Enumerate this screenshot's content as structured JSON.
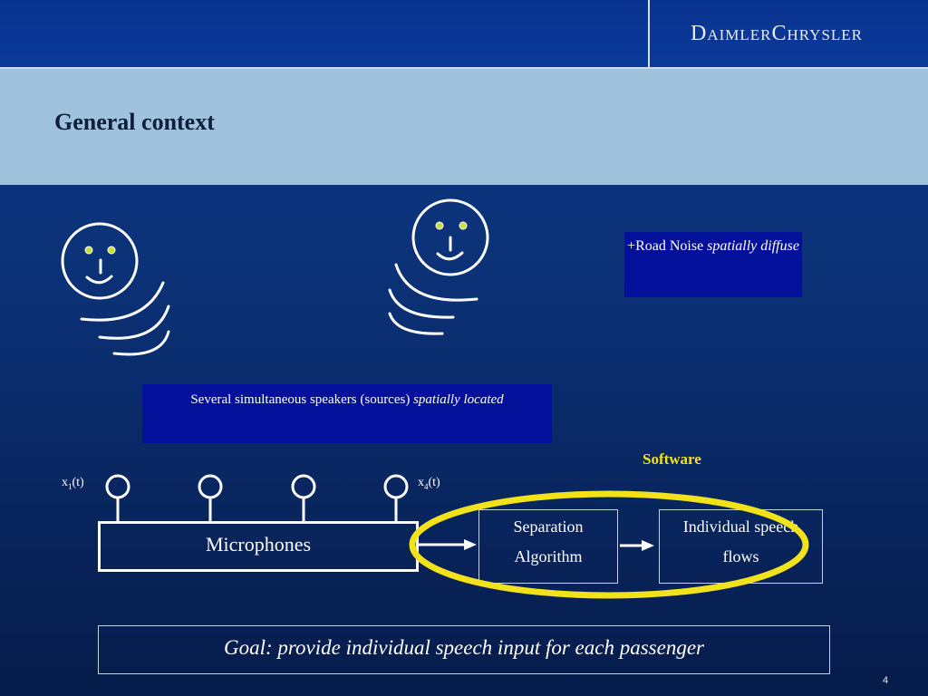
{
  "header": {
    "logo_text": "DaimlerChrysler"
  },
  "slide": {
    "title": "General context",
    "road_noise": {
      "prefix": "+Road Noise ",
      "emphasis": "spatially diffuse"
    },
    "speakers": {
      "prefix": "Several simultaneous speakers (sources) ",
      "emphasis": "spatially located"
    },
    "software_label": "Software",
    "mic_first": {
      "base": "x",
      "sub": "1",
      "suffix": "(t)"
    },
    "mic_last": {
      "base": "x",
      "sub": "4",
      "suffix": "(t)"
    },
    "microphones_label": "Microphones",
    "separation_line1": "Separation",
    "separation_line2": "Algorithm",
    "flows_line1": "Individual speech",
    "flows_line2": "flows",
    "goal": "Goal: provide individual speech input for each passenger",
    "page_number": "4"
  },
  "colors": {
    "highlight_ellipse": "#f2e21a",
    "note_fill": "#03109a",
    "title_band": "#9fc3dd"
  }
}
